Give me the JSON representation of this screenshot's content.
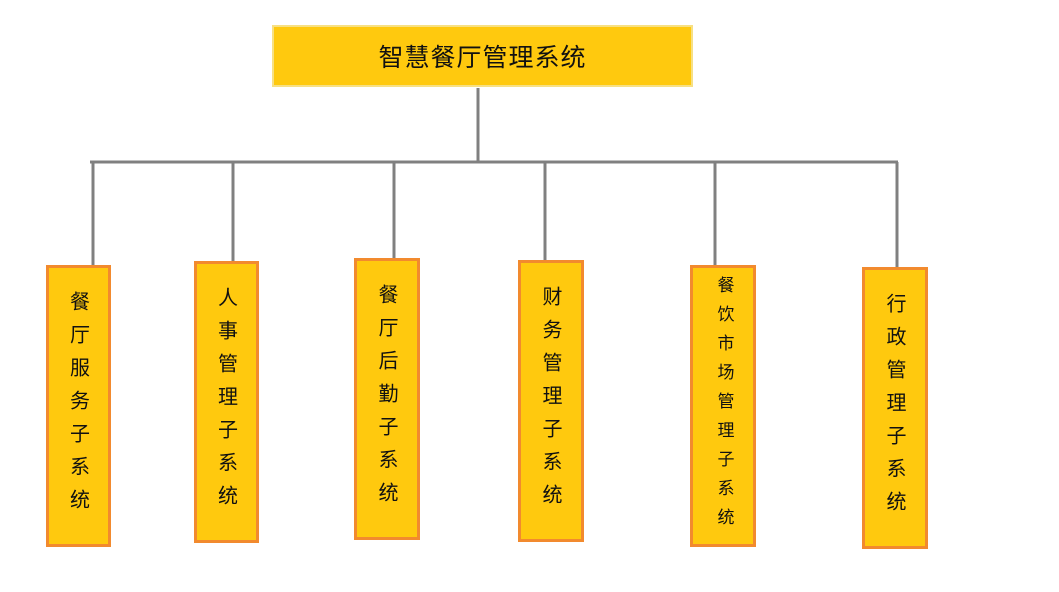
{
  "root": {
    "title": "智慧餐厅管理系统"
  },
  "children": [
    {
      "label": "餐厅服务子系统"
    },
    {
      "label": "人事管理子系统"
    },
    {
      "label": "餐厅后勤子系统"
    },
    {
      "label": "财务管理子系统"
    },
    {
      "label": "餐饮市场管理子系统"
    },
    {
      "label": "行政管理子系统"
    }
  ],
  "colors": {
    "box_fill": "#FFC90E",
    "child_border": "#F28A2E",
    "root_border": "#F7E084",
    "connector": "#808080"
  }
}
